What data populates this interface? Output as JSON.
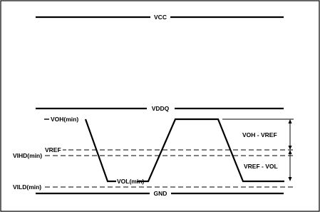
{
  "rails": {
    "vcc": "VCC",
    "vddq": "VDDQ",
    "gnd": "GND"
  },
  "levels": {
    "voh_min": "VOH(min)",
    "vref": "VREF",
    "vihd_min": "VIHD(min)",
    "vol_min": "VOL(min)",
    "vild_min": "VILD(min)"
  },
  "dimensions": {
    "voh_minus_vref": "VOH - VREF",
    "vref_minus_vol": "VREF - VOL"
  },
  "colors": {
    "ink": "#000000",
    "background": "#ffffff"
  }
}
